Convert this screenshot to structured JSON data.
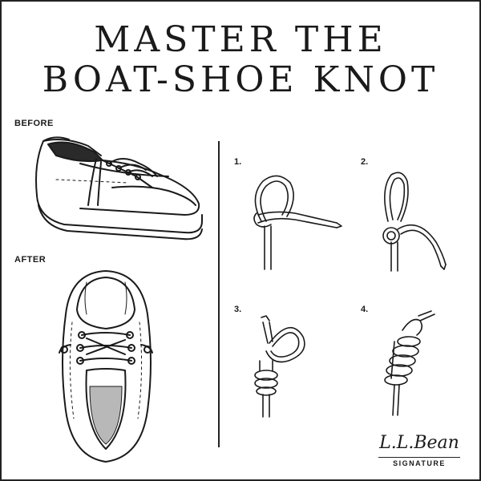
{
  "title": {
    "line1": "MASTER THE",
    "line2": "BOAT-SHOE KNOT"
  },
  "labels": {
    "before": "BEFORE",
    "after": "AFTER"
  },
  "steps": [
    {
      "number": "1."
    },
    {
      "number": "2."
    },
    {
      "number": "3."
    },
    {
      "number": "4."
    }
  ],
  "logo": {
    "script": "L.L.Bean",
    "subtitle": "SIGNATURE"
  },
  "illustrations": [
    "boat-shoe-side-view",
    "boat-shoe-top-view",
    "knot-step-1",
    "knot-step-2",
    "knot-step-3",
    "knot-step-4"
  ]
}
